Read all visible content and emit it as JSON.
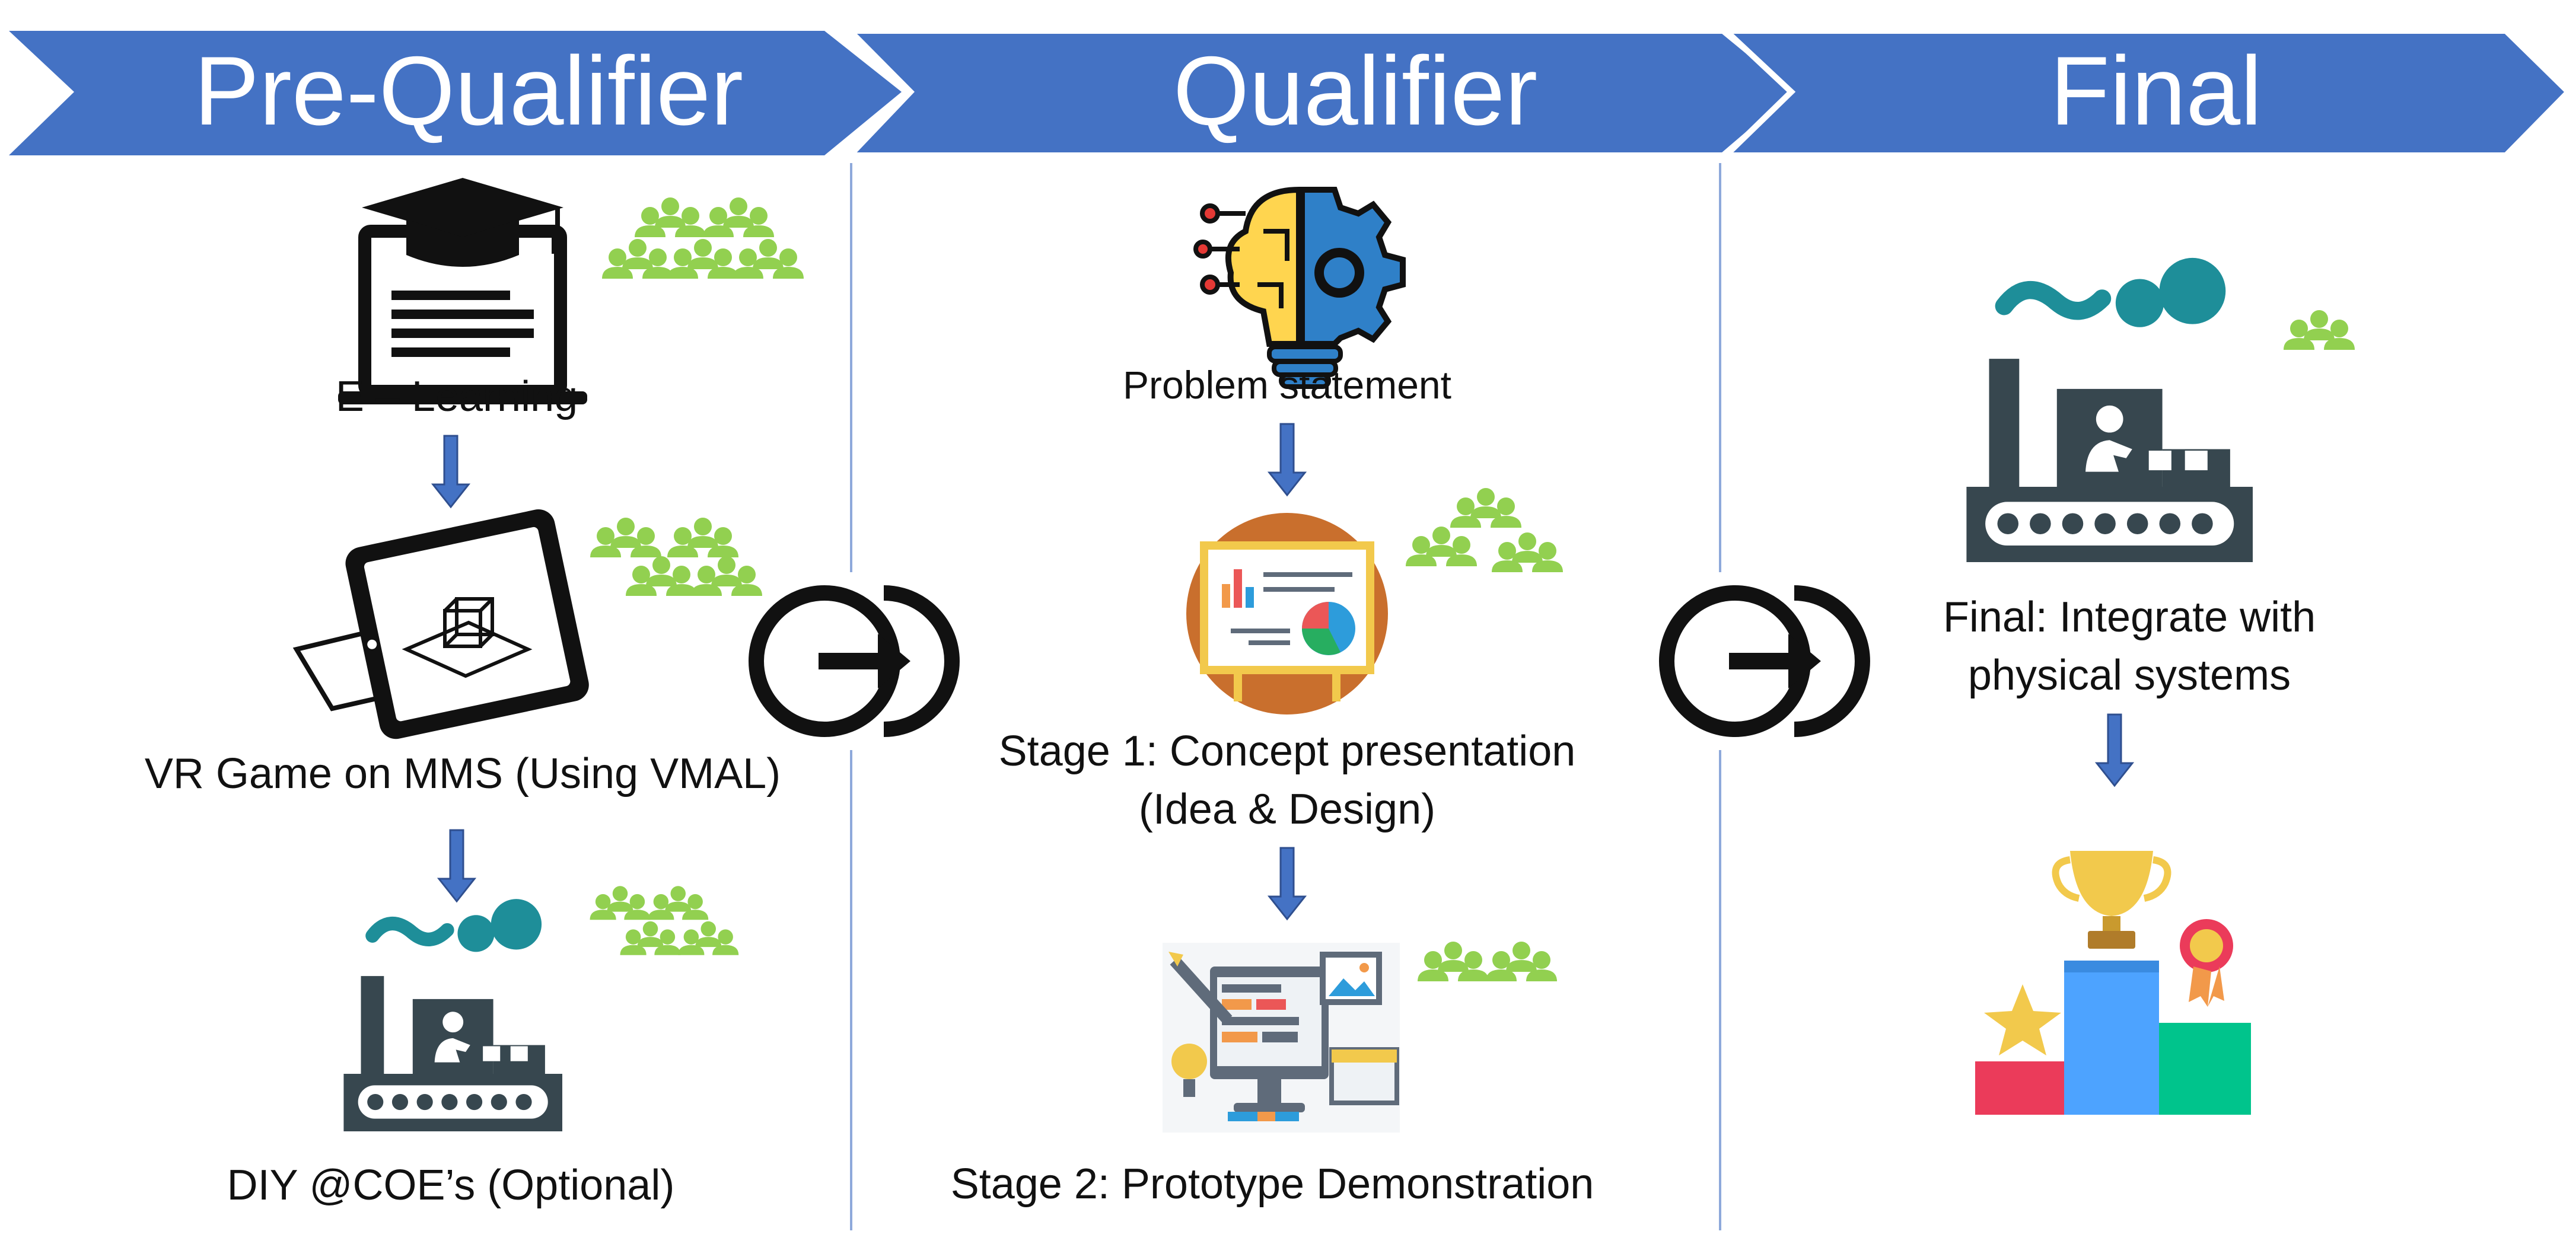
{
  "stages": [
    {
      "title": "Pre-Qualifier"
    },
    {
      "title": "Qualifier"
    },
    {
      "title": "Final"
    }
  ],
  "steps": {
    "e_learning": "E – Learning",
    "vr_game": "VR Game on MMS (Using VMAL)",
    "diy": "DIY @COE’s (Optional)",
    "problem_statement": "Problem statement",
    "stage1_line1": "Stage 1: Concept presentation",
    "stage1_line2": "(Idea & Design)",
    "stage2": "Stage 2: Prototype Demonstration",
    "final_line1": "Final: Integrate with",
    "final_line2": "physical systems"
  },
  "colors": {
    "chevron": "#4472C4",
    "arrow": "#4472C4",
    "divider": "#8EA9DB",
    "people": "#92D050",
    "factory": "#37474F",
    "factory_smoke": "#1E8E99"
  },
  "icons": [
    "graduation-laptop-icon",
    "vr-tablet-icon",
    "factory-icon",
    "brain-bulb-icon",
    "presentation-board-icon",
    "prototype-design-icon",
    "podium-trophy-icon",
    "people-group-icon",
    "advance-arrow-icon"
  ]
}
